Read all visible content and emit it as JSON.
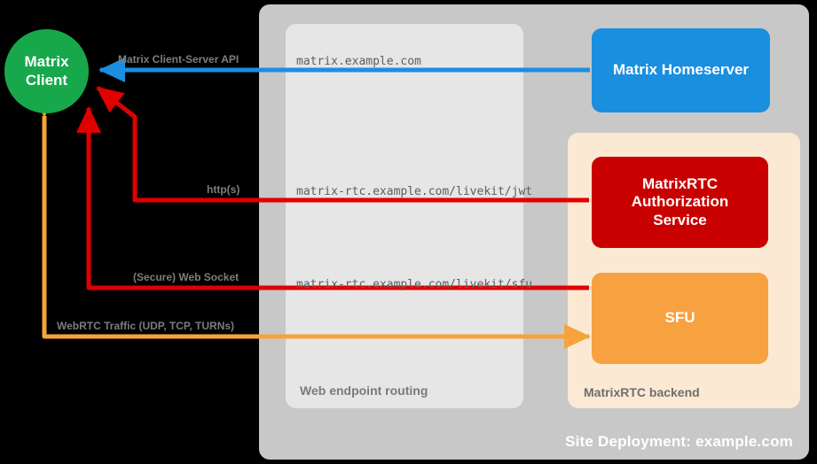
{
  "diagram": {
    "site_container_label": "Site Deployment: example.com",
    "routing_container_label": "Web endpoint routing",
    "backend_container_label": "MatrixRTC backend"
  },
  "nodes": {
    "client": {
      "line1": "Matrix",
      "line2": "Client",
      "color": "#17a84b"
    },
    "homeserver": {
      "label": "Matrix Homeserver",
      "color": "#1a8fe0"
    },
    "auth_service": {
      "line1": "MatrixRTC",
      "line2": "Authorization",
      "line3": "Service",
      "color": "#c80000"
    },
    "sfu": {
      "label": "SFU",
      "color": "#f7a141"
    }
  },
  "endpoints": {
    "matrix": "matrix.example.com",
    "jwt": "matrix-rtc.example.com/livekit/jwt",
    "sfu": "matrix-rtc.example.com/livekit/sfu"
  },
  "edges": {
    "cs_api": {
      "label": "Matrix Client-Server API",
      "color": "#1a8fe0"
    },
    "https": {
      "label": "http(s)",
      "color": "#e00000"
    },
    "websocket": {
      "label": "(Secure) Web Socket",
      "color": "#e00000"
    },
    "webrtc": {
      "label": "WebRTC Traffic (UDP, TCP, TURNs)",
      "color": "#f5a33c"
    }
  }
}
